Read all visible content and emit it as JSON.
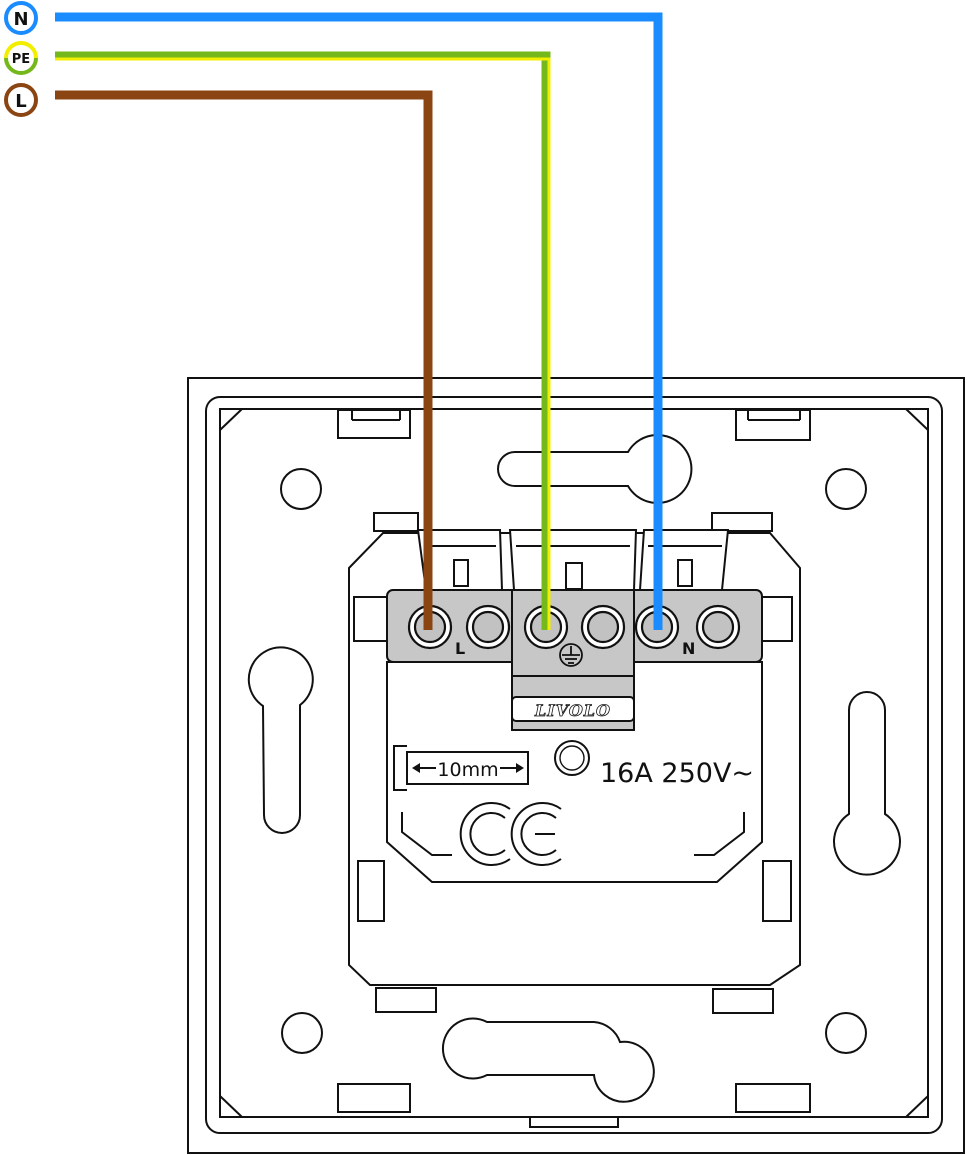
{
  "legend": [
    {
      "id": "neutral",
      "label": "N",
      "color": "#1a8cff"
    },
    {
      "id": "earth",
      "label": "PE",
      "color": "#74b81c",
      "color_secondary": "#f2ee00"
    },
    {
      "id": "live",
      "label": "L",
      "color": "#8b4513"
    }
  ],
  "terminals": {
    "live_label": "L",
    "neutral_label": "N",
    "earth_symbol": "earth-ground-symbol"
  },
  "brand": "LIVOLO",
  "strip_length": "10mm",
  "rating": "16A 250V~",
  "certification": "CE"
}
